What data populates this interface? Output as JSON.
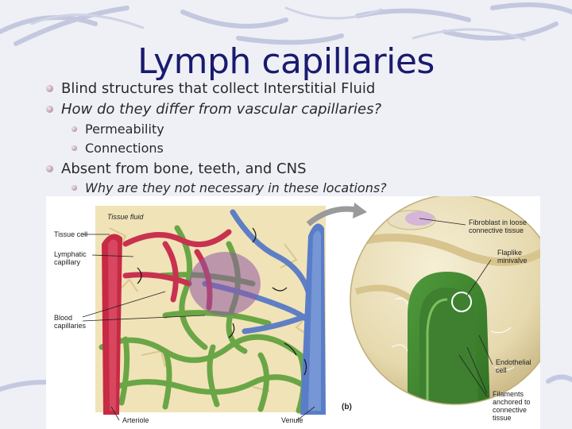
{
  "title": "Lymph capillaries",
  "bullets": [
    {
      "text": "Blind structures that collect Interstitial Fluid"
    },
    {
      "text": "How do they differ from vascular capillaries?"
    },
    {
      "text": "Permeability"
    },
    {
      "text": "Connections"
    },
    {
      "text": "Absent from bone, teeth, and CNS"
    },
    {
      "text": "Why are they not necessary in these locations?"
    }
  ],
  "figure": {
    "labels": {
      "tissue_fluid": "Tissue fluid",
      "tissue_cell": "Tissue cell",
      "lymphatic_capillary": [
        "Lymphatic",
        "capillary"
      ],
      "blood_capillaries": [
        "Blood",
        "capillaries"
      ],
      "arteriole": "Arteriole",
      "venule": "Venule",
      "fibroblast": [
        "Fibroblast in loose",
        "connective tissue"
      ],
      "flaplike": [
        "Flaplike",
        "minivalve"
      ],
      "endothelial": [
        "Endothelial",
        "cell"
      ],
      "filaments": [
        "Filaments",
        "anchored to",
        "connective",
        "tissue"
      ],
      "panel": "(b)"
    }
  }
}
